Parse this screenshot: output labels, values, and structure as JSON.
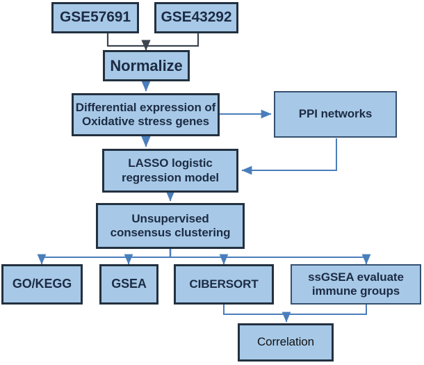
{
  "diagram": {
    "title": "Oxidative stress gene analysis workflow flowchart",
    "colors": {
      "node_fill": "#a7c9e7",
      "node_border_dark": "#23303f",
      "node_border_soft": "#35506e",
      "text_dark_navy": "#1d2b44",
      "text_black": "#111111",
      "connector_blue": "#4a7ebb",
      "connector_dark": "#3c4450",
      "background": "#ffffff"
    },
    "nodes": [
      {
        "id": "gse57691",
        "label": "GSE57691"
      },
      {
        "id": "gse43292",
        "label": "GSE43292"
      },
      {
        "id": "normalize",
        "label": "Normalize"
      },
      {
        "id": "diffexp",
        "label_line1": "Differential  expression of",
        "label_line2": "Oxidative stress genes"
      },
      {
        "id": "ppi",
        "label": "PPI networks"
      },
      {
        "id": "lasso",
        "label_line1": "LASSO logistic",
        "label_line2": "regression model"
      },
      {
        "id": "cluster",
        "label_line1": "Unsupervised",
        "label_line2": "consensus clustering"
      },
      {
        "id": "gokegg",
        "label": "GO/KEGG"
      },
      {
        "id": "gsea",
        "label": "GSEA"
      },
      {
        "id": "cibersort",
        "label": "CIBERSORT"
      },
      {
        "id": "ssgsea",
        "label_line1": "ssGSEA evaluate",
        "label_line2": "immune groups"
      },
      {
        "id": "correlation",
        "label": "Correlation"
      }
    ],
    "edges": [
      {
        "from": "gse57691",
        "to": "normalize",
        "style": "elbow-merge",
        "color": "#3c4450"
      },
      {
        "from": "gse43292",
        "to": "normalize",
        "style": "elbow-merge",
        "color": "#3c4450"
      },
      {
        "from": "normalize",
        "to": "diffexp",
        "style": "straight-down",
        "color": "#4a7ebb"
      },
      {
        "from": "diffexp",
        "to": "ppi",
        "style": "straight-right",
        "color": "#4a7ebb"
      },
      {
        "from": "diffexp",
        "to": "lasso",
        "style": "straight-down",
        "color": "#4a7ebb"
      },
      {
        "from": "ppi",
        "to": "lasso",
        "style": "elbow-left",
        "color": "#4a7ebb"
      },
      {
        "from": "lasso",
        "to": "cluster",
        "style": "straight-down",
        "color": "#4a7ebb"
      },
      {
        "from": "cluster",
        "to": "gokegg",
        "style": "fan-out",
        "color": "#4a7ebb"
      },
      {
        "from": "cluster",
        "to": "gsea",
        "style": "fan-out",
        "color": "#4a7ebb"
      },
      {
        "from": "cluster",
        "to": "cibersort",
        "style": "fan-out",
        "color": "#4a7ebb"
      },
      {
        "from": "cluster",
        "to": "ssgsea",
        "style": "fan-out",
        "color": "#4a7ebb"
      },
      {
        "from": "cibersort",
        "to": "correlation",
        "style": "merge-down",
        "color": "#4a7ebb"
      },
      {
        "from": "ssgsea",
        "to": "correlation",
        "style": "merge-down",
        "color": "#4a7ebb"
      }
    ]
  }
}
